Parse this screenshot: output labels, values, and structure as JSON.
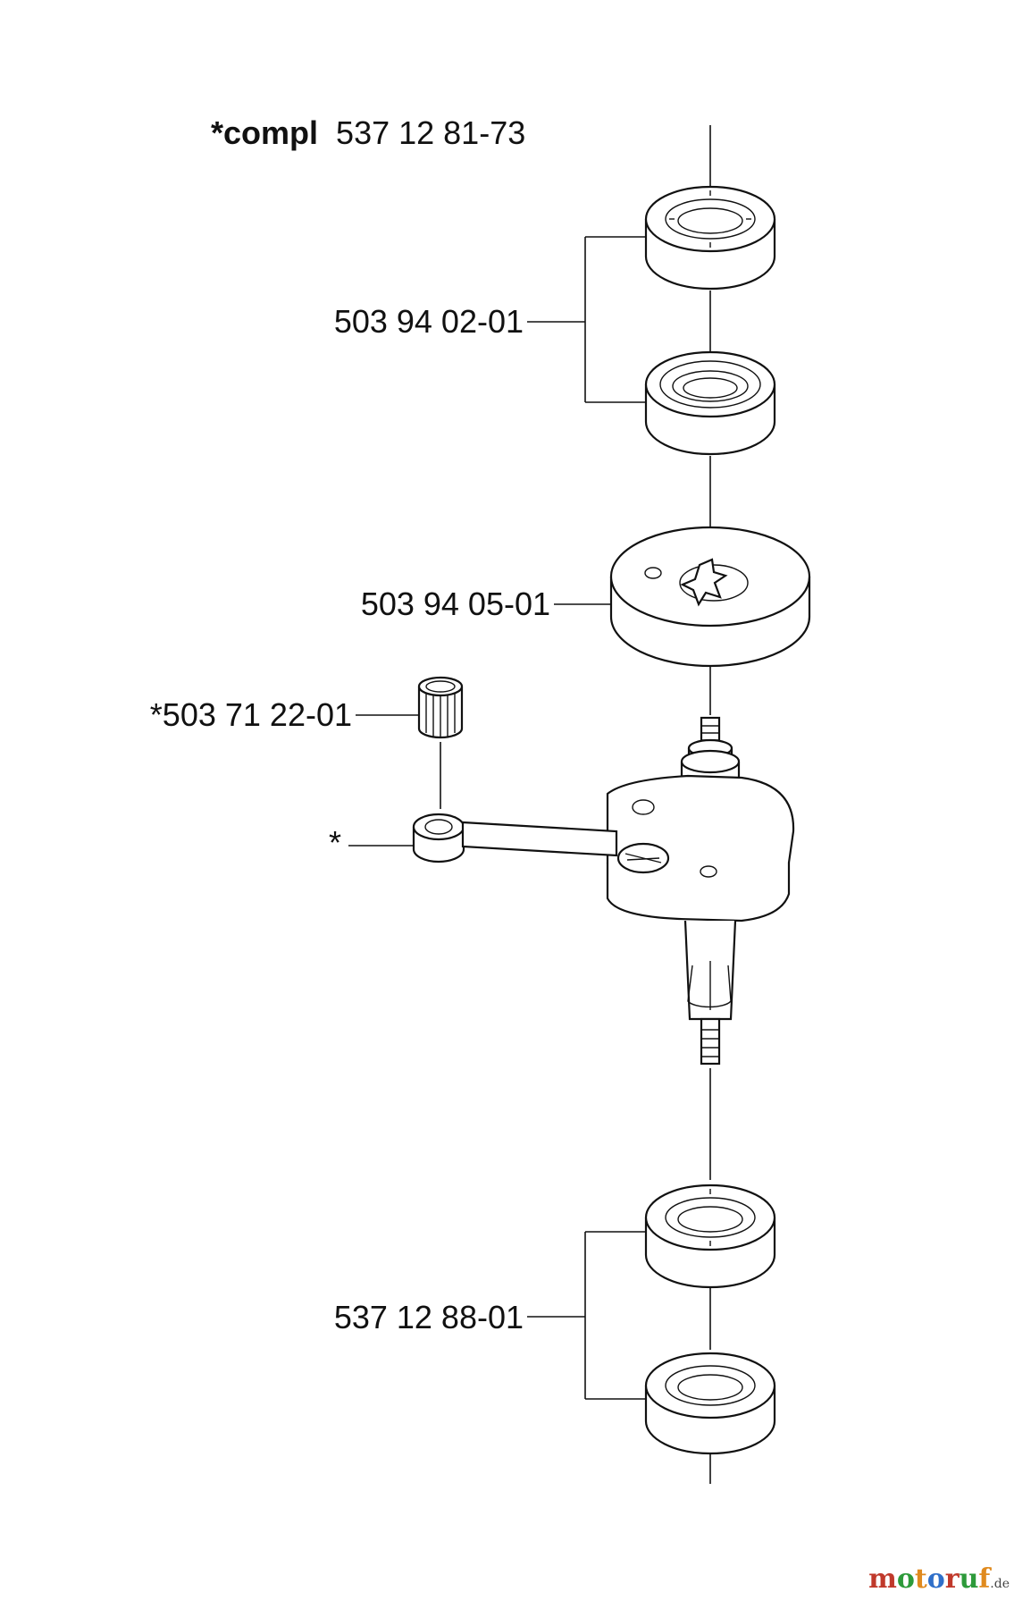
{
  "labels": {
    "compl_prefix": "*compl",
    "compl_number": "537 12 81-73",
    "seals_top": "503 94 02-01",
    "pulley": "503 94 05-01",
    "needle_bearing": "*503 71 22-01",
    "crankshaft": "*",
    "seals_bottom": "537 12 88-01"
  },
  "watermark": {
    "letters": [
      {
        "char": "m",
        "color": "#c0392b"
      },
      {
        "char": "o",
        "color": "#2d9a3a"
      },
      {
        "char": "t",
        "color": "#e08a1e"
      },
      {
        "char": "o",
        "color": "#2f6fc9"
      },
      {
        "char": "r",
        "color": "#c0392b"
      },
      {
        "char": "u",
        "color": "#2d9a3a"
      },
      {
        "char": "f",
        "color": "#e08a1e"
      }
    ],
    "suffix": ".de"
  }
}
